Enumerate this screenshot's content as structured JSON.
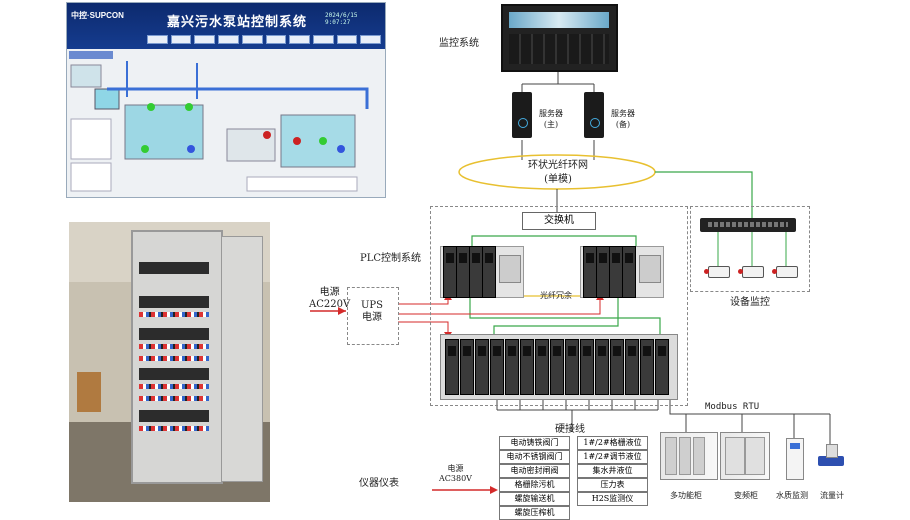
{
  "scada": {
    "brand": "中控·SUPCON",
    "title": "嘉兴污水泵站控制系统",
    "datetime": "2024/6/15  9:07:27"
  },
  "diagram": {
    "monitoring_label": "监控系统",
    "server_main": "服务器\n(主)",
    "server_backup": "服务器\n(备)",
    "ring_network": "环状光纤环网\n(单模)",
    "switch": "交换机",
    "plc_system": "PLC控制系统",
    "fiber_redundancy": "光纤冗余",
    "power_label": "电源\nAC220V",
    "ups": "UPS\n电源",
    "device_monitoring": "设备监控",
    "modbus": "Modbus RTU",
    "hardwire": "硬接线",
    "instruments": "仪器仪表",
    "power380": "电源\nAC380V",
    "instr_left": [
      "电动铸铁阀门",
      "电动不锈钢阀门",
      "电动密封闸阀",
      "格栅除污机",
      "螺旋输送机",
      "螺旋压榨机"
    ],
    "instr_right": [
      "1#/2#格栅液位",
      "1#/2#调节液位",
      "集水井液位",
      "压力表",
      "H2S监测仪"
    ],
    "field_devices": [
      "多功能柜",
      "变频柜",
      "水质监测",
      "流量计"
    ]
  },
  "colors": {
    "ring": "#e8c030",
    "green_line": "#3aa84a",
    "red_line": "#d42a2a",
    "scada_header": "#0d2a6e"
  }
}
